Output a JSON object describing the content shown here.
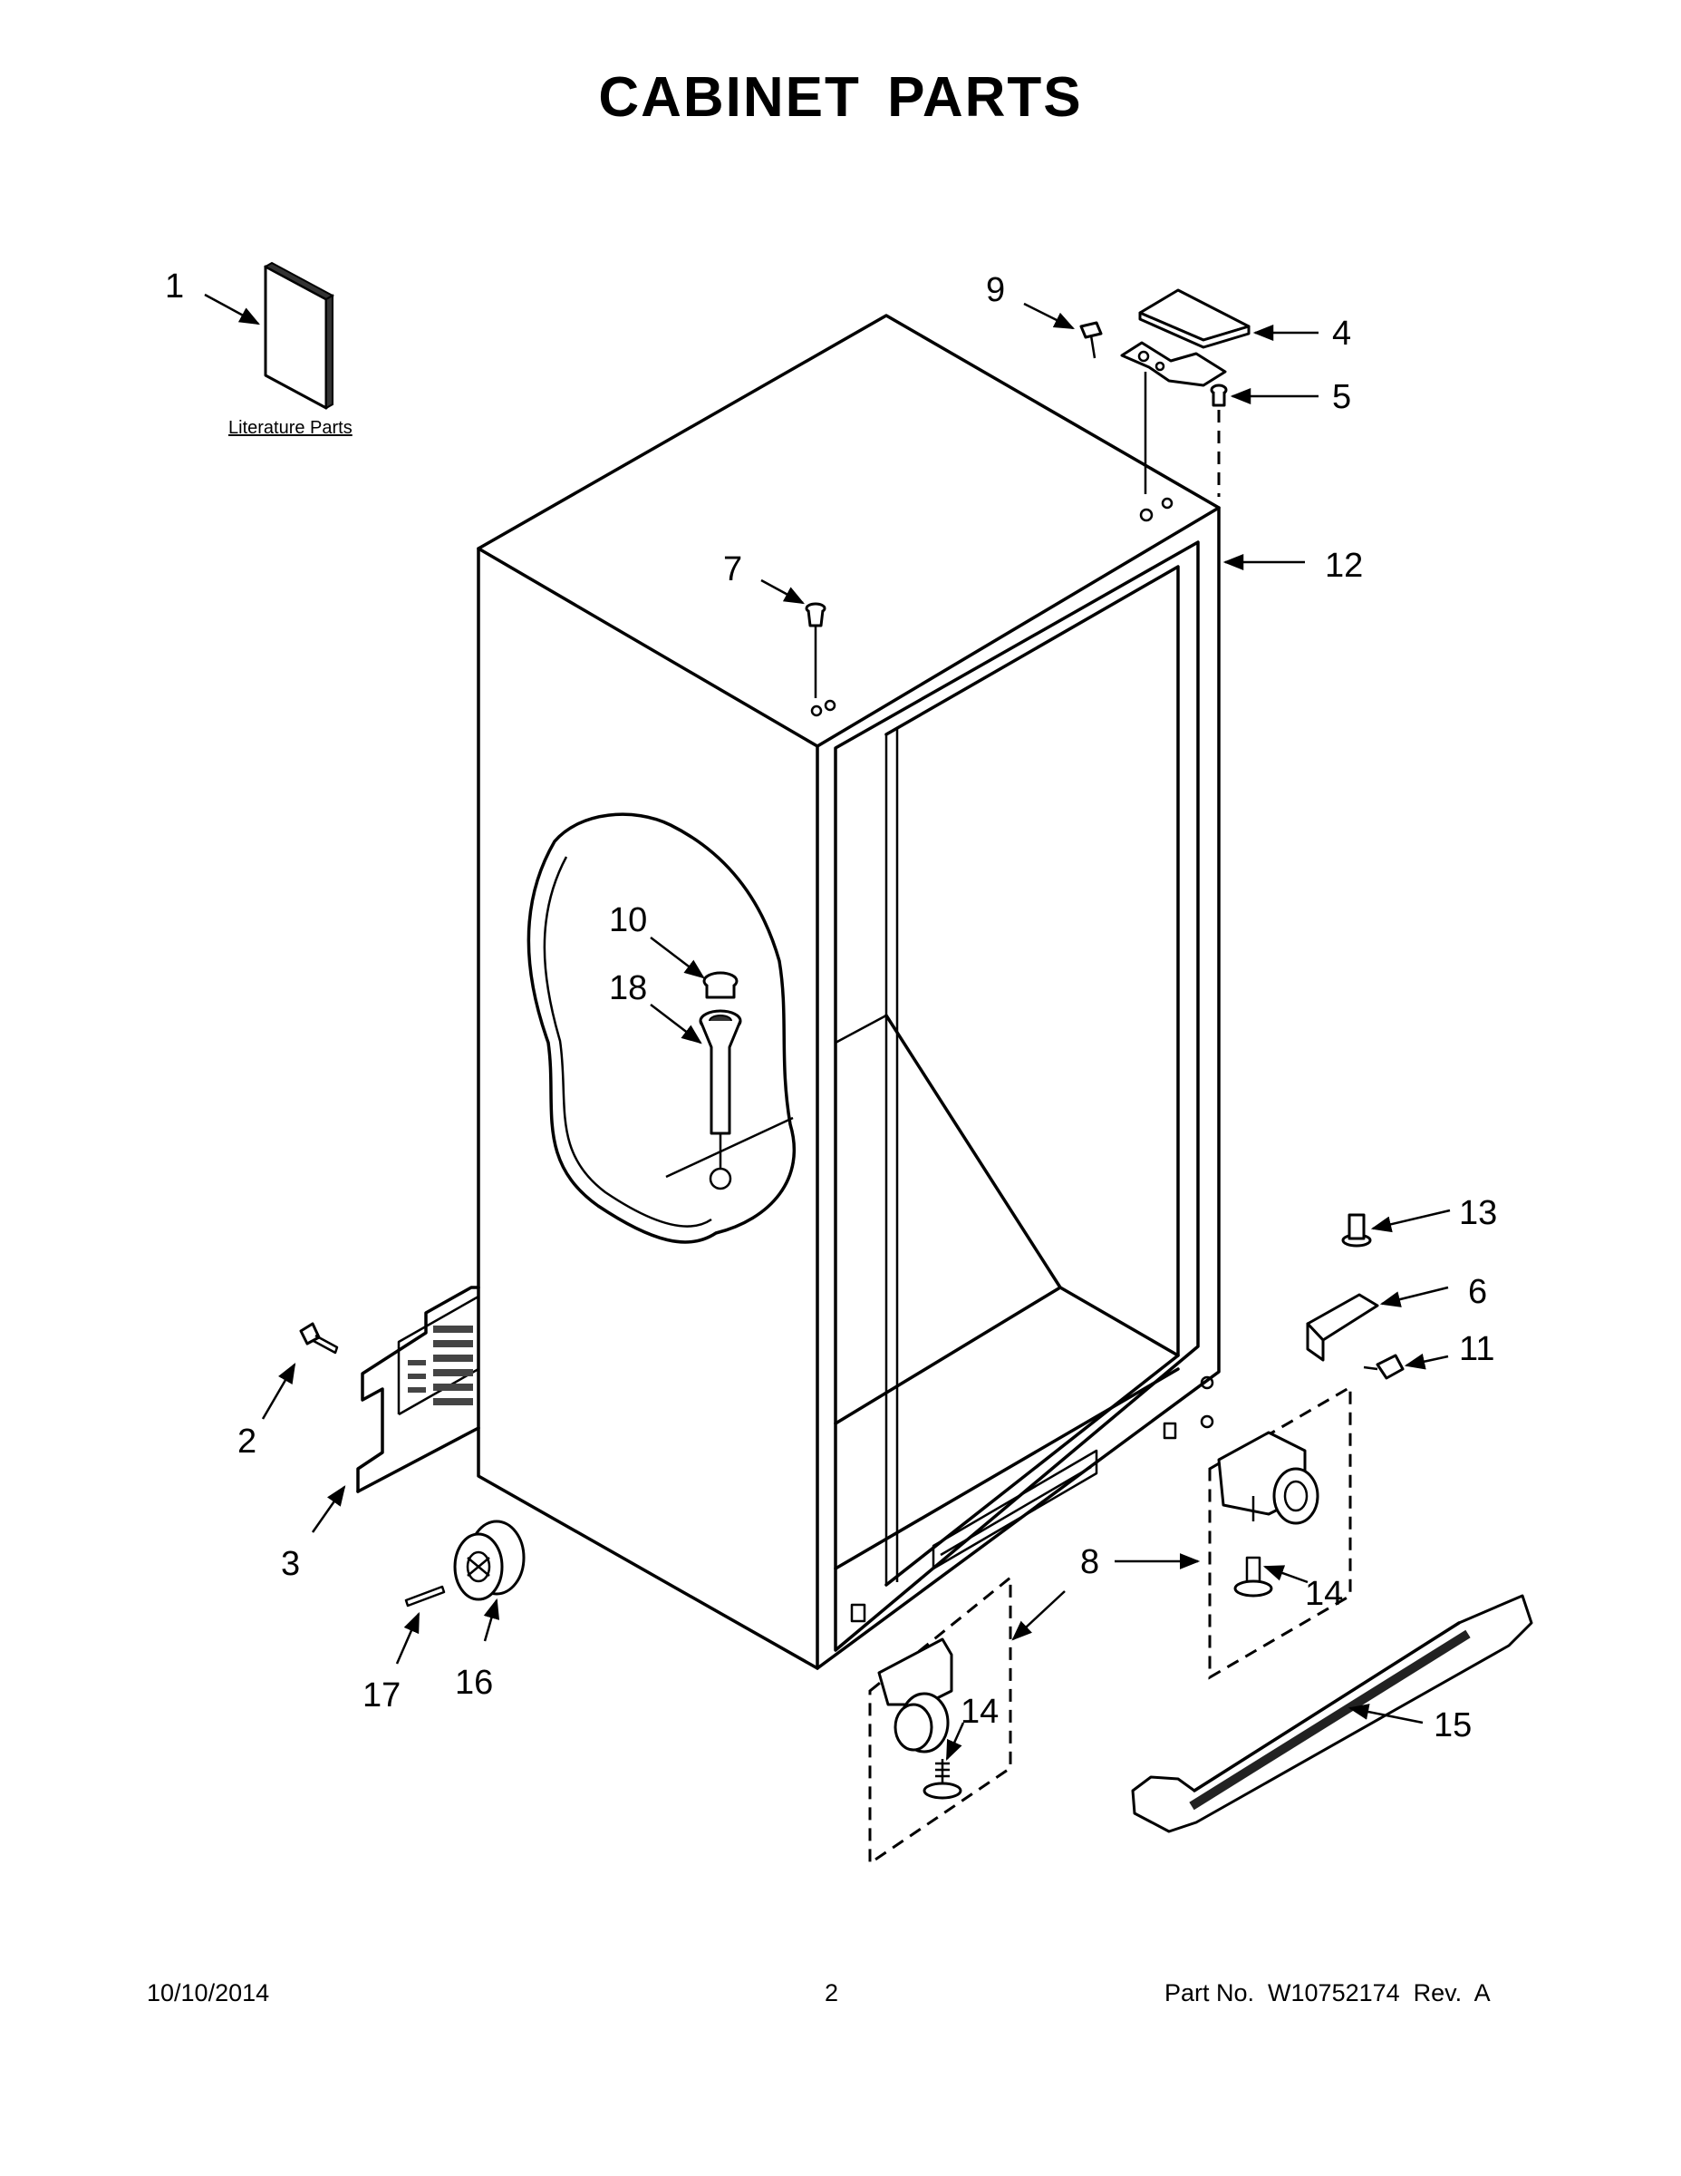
{
  "header": {
    "title": "CABINET PARTS"
  },
  "literature": {
    "label": "Literature Parts"
  },
  "callouts": {
    "c1": "1",
    "c2": "2",
    "c3": "3",
    "c4": "4",
    "c5": "5",
    "c6": "6",
    "c7": "7",
    "c8": "8",
    "c9": "9",
    "c10": "10",
    "c11": "11",
    "c12": "12",
    "c13": "13",
    "c14a": "14",
    "c14b": "14",
    "c15": "15",
    "c16": "16",
    "c17": "17",
    "c18": "18"
  },
  "footer": {
    "date": "10/10/2014",
    "page": "2",
    "part": "Part No.  W10752174  Rev.  A"
  }
}
